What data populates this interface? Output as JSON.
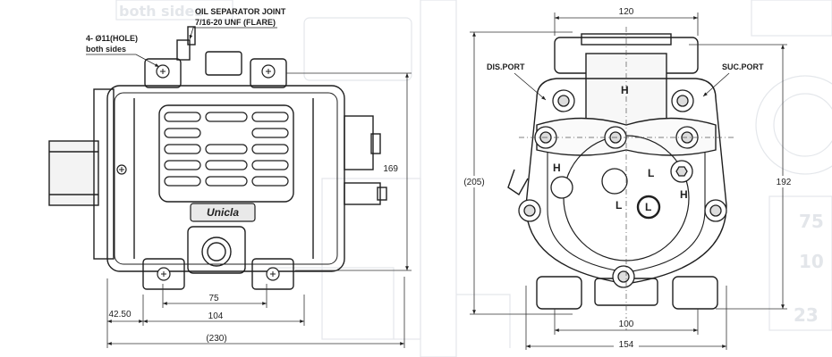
{
  "background_watermark": {
    "text_top": "both sides",
    "text_right_1": "75",
    "text_right_2": "10",
    "text_right_3": "23"
  },
  "side_view": {
    "callouts": {
      "hole": [
        "4- Ø11(HOLE)",
        "both sides"
      ],
      "oil_separator": [
        "OIL SEPARATOR JOINT",
        "7/16-20 UNF (FLARE)"
      ]
    },
    "brand_plate": "Unicla",
    "dimensions": {
      "d_75": "75",
      "d_104": "104",
      "d_4250": "42.50",
      "d_230": "(230)",
      "d_169": "169"
    }
  },
  "front_view": {
    "port_labels": {
      "discharge": "DIS.PORT",
      "suction": "SUC.PORT"
    },
    "position_marks": {
      "h_top": "H",
      "h_left": "H",
      "l_center": "L",
      "l_lower": "L",
      "h_right": "H",
      "l_badge": "L"
    },
    "dimensions": {
      "d_120": "120",
      "d_205": "(205)",
      "d_192": "192",
      "d_100": "100",
      "d_154": "154"
    }
  },
  "colors": {
    "line": "#1f1f1f",
    "dim_line": "#333333",
    "ghost": "#dde1e6"
  }
}
